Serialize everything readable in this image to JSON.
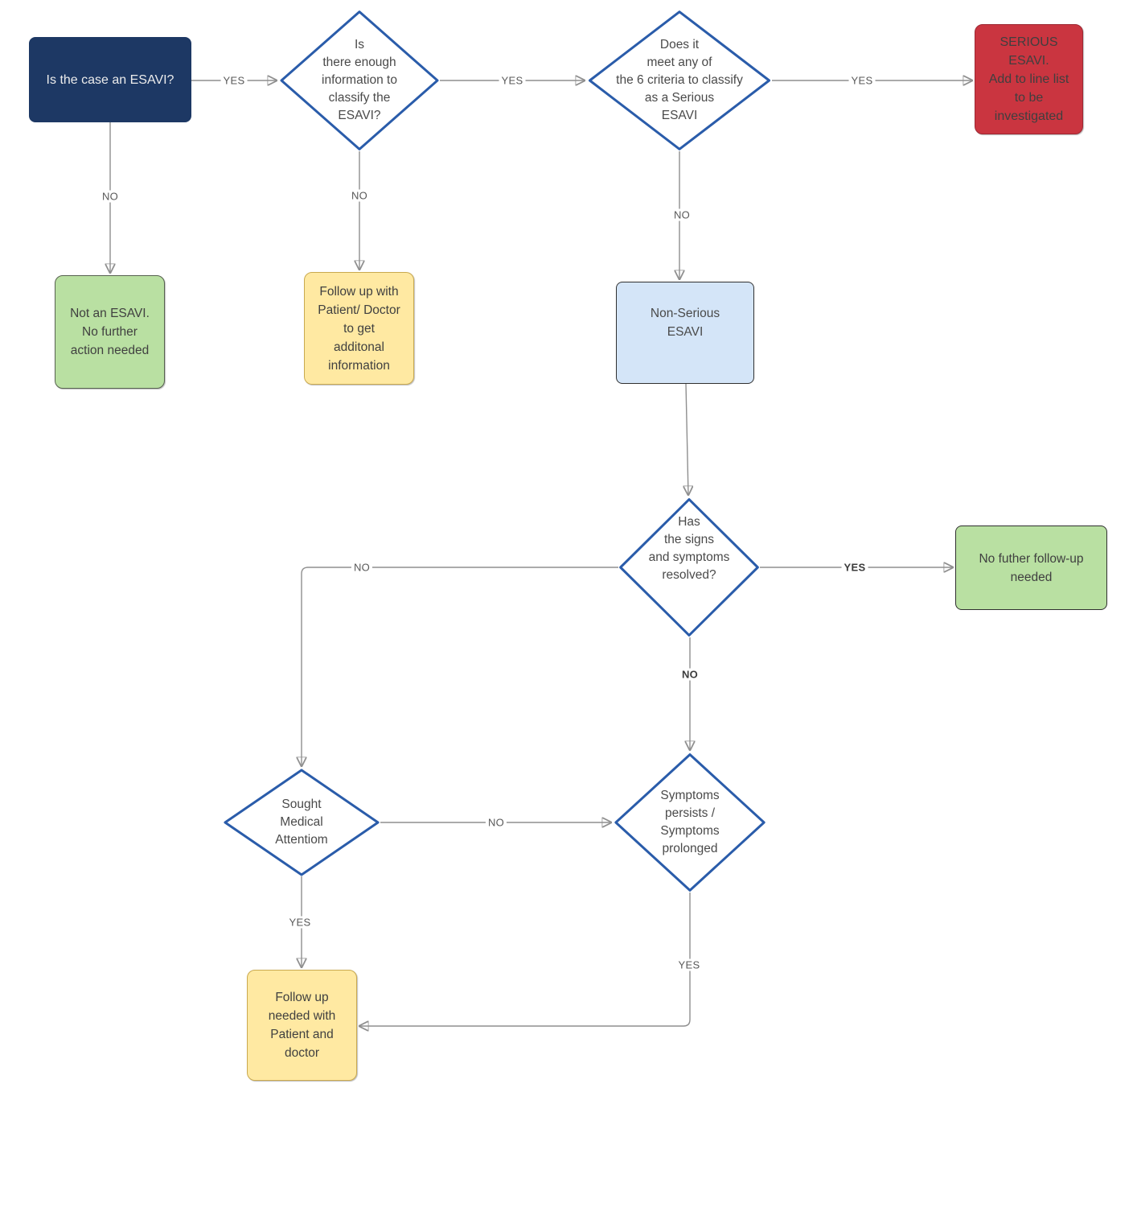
{
  "diagram": {
    "title": "ESAVI classification flowchart",
    "palette": {
      "start_fill": "#1d3864",
      "start_text": "#ececec",
      "diamond_border": "#2a5caa",
      "diamond_fill": "#ffffff",
      "serious_fill": "#ca3540",
      "green_fill": "#b9e0a2",
      "yellow_fill": "#ffe9a2",
      "blue_fill": "#d4e5f8",
      "connector": "#8f8f8f",
      "arrowhead": "#454545",
      "node_text": "#404040"
    }
  },
  "nodes": {
    "start": {
      "shape": "rect",
      "text": "Is the case an ESAVI?"
    },
    "enough_info": {
      "shape": "diamond",
      "text": "Is\nthere enough\ninformation to\nclassify the\nESAVI?"
    },
    "serious_criteria": {
      "shape": "diamond",
      "text": "Does it\nmeet any of\nthe 6 criteria to classify\nas a Serious\nESAVI"
    },
    "serious_esavi": {
      "shape": "rect",
      "text": "SERIOUS\nESAVI.\nAdd to line list\nto be\ninvestigated"
    },
    "not_esavi": {
      "shape": "rect",
      "text": "Not an ESAVI.\nNo further\naction needed"
    },
    "follow_up_info": {
      "shape": "rect",
      "text": "Follow up with\nPatient/ Doctor\nto get\nadditonal\ninformation"
    },
    "non_serious": {
      "shape": "rect",
      "text": "Non-Serious\nESAVI"
    },
    "signs_resolved": {
      "shape": "diamond",
      "text": "Has\nthe signs\nand symptoms\nresolved?"
    },
    "no_followup": {
      "shape": "rect",
      "text": "No futher follow-up\nneeded"
    },
    "sought_medical": {
      "shape": "diamond",
      "text": "Sought\nMedical\nAttentiom"
    },
    "symptoms_persist": {
      "shape": "diamond",
      "text": "Symptoms\npersists /\nSymptoms\nprolonged"
    },
    "follow_up_patient": {
      "shape": "rect",
      "text": "Follow up\nneeded with\nPatient and\ndoctor"
    }
  },
  "edges": [
    {
      "from": "start",
      "to": "enough_info",
      "label": "YES"
    },
    {
      "from": "enough_info",
      "to": "serious_criteria",
      "label": "YES"
    },
    {
      "from": "serious_criteria",
      "to": "serious_esavi",
      "label": "YES"
    },
    {
      "from": "start",
      "to": "not_esavi",
      "label": "NO"
    },
    {
      "from": "enough_info",
      "to": "follow_up_info",
      "label": "NO"
    },
    {
      "from": "serious_criteria",
      "to": "non_serious",
      "label": "NO"
    },
    {
      "from": "non_serious",
      "to": "signs_resolved",
      "label": ""
    },
    {
      "from": "signs_resolved",
      "to": "no_followup",
      "label": "YES"
    },
    {
      "from": "signs_resolved",
      "to": "symptoms_persist",
      "label": "NO"
    },
    {
      "from": "signs_resolved",
      "to": "sought_medical",
      "label": "NO"
    },
    {
      "from": "sought_medical",
      "to": "symptoms_persist",
      "label": "NO"
    },
    {
      "from": "sought_medical",
      "to": "follow_up_patient",
      "label": "YES"
    },
    {
      "from": "symptoms_persist",
      "to": "follow_up_patient",
      "label": "YES"
    }
  ]
}
